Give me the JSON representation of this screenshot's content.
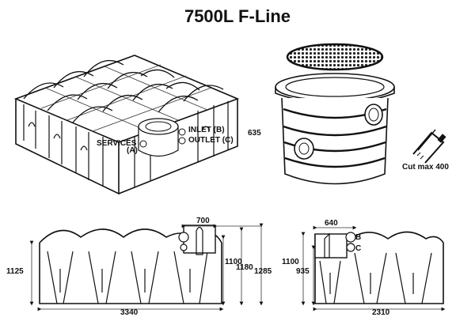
{
  "title": "7500L F-Line",
  "labels": {
    "services": "SERVICES",
    "services_code": "(A)",
    "inlet": "INLET (B)",
    "outlet": "OUTLET (C)",
    "dim_635": "635",
    "cut": "Cut max 400",
    "dim_700": "700",
    "dim_1100_a": "1100",
    "dim_1180": "1180",
    "dim_1285": "1285",
    "dim_1125": "1125",
    "dim_3340": "3340",
    "dim_640": "640",
    "port_b": "B",
    "port_c": "C",
    "dim_1100_b": "1100",
    "dim_935": "935",
    "dim_2310": "2310"
  }
}
